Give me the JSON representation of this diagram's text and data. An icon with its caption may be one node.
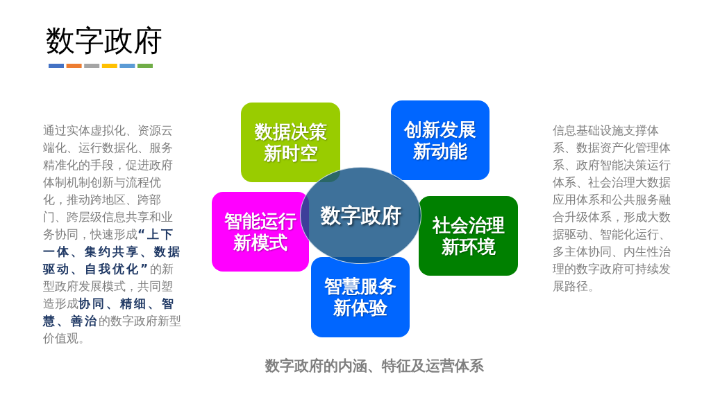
{
  "diagram": {
    "title": "数字政府",
    "caption": "数字政府的内涵、特征及运营体系",
    "nodes": [
      {
        "text": [
          "数据决策新时空"
        ]
      },
      {
        "text": [
          "创新发展新动能"
        ]
      },
      {
        "text": [
          "智能运行新模式"
        ]
      },
      {
        "text": [
          "数字政府"
        ]
      },
      {
        "text": [
          "社会治理新环境"
        ]
      },
      {
        "text": [
          "智慧服务新体验"
        ]
      }
    ],
    "labels": [
      "通过实体虚拟化、资源云端化、运行数据化、服务精准化的手段，促进政府体制机制创新与流程优化，推动跨地区、跨部门、跨层级信息共享和业务协同，快速形成**“上下一体、集约共享、数据驱动、自我优化”**的新型政府发展模式，共同塑造形成**协同、精细、智慧、善治**的数字政府新型价值观。",
      "信息基础设施支撑体系、数据资产化管理体系、政府智能决策运行体系、社会治理大数据应用体系和公共服务融合升级体系，形成大数据驱动、智能化运行、多主体协同、内生性治理的数字政府可持续发展路径。"
    ]
  }
}
